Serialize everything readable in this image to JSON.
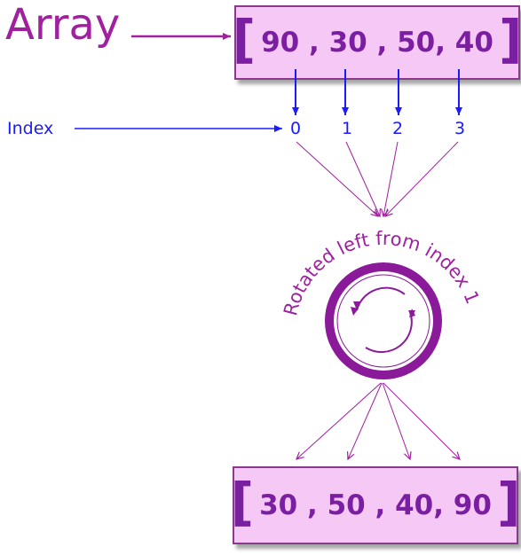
{
  "title_label": "Array",
  "index_label": "Index",
  "input_array": {
    "open": "[",
    "values": "90 , 30 , 50, 40",
    "close": "]"
  },
  "indices": [
    "0",
    "1",
    "2",
    "3"
  ],
  "operation_label": "Rotated left from index 1",
  "output_array": {
    "open": "[",
    "values": "30 , 50 , 40, 90",
    "close": "]"
  },
  "colors": {
    "purple": "#a020a0",
    "box_fill": "#f6c8f6",
    "blue": "#1a1aff",
    "dark_purple": "#7b1fa2"
  }
}
